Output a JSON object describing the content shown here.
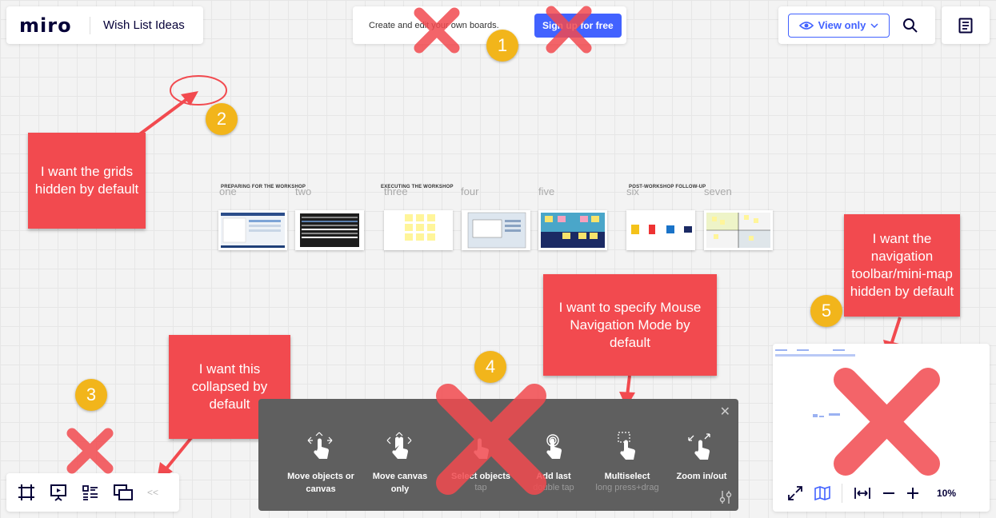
{
  "header": {
    "logo": "miro",
    "board_title": "Wish List Ideas",
    "signup_text": "Create and edit your own boards.",
    "signup_button": "Sign up for free",
    "view_button": "View only"
  },
  "frames": {
    "section_titles": [
      "PREPARING FOR THE WORKSHOP",
      "EXECUTING THE WORKSHOP",
      "POST-WORKSHOP FOLLOW-UP"
    ],
    "numbers": [
      "one",
      "two",
      "three",
      "four",
      "five",
      "six",
      "seven"
    ]
  },
  "callouts": {
    "grids": "I want the grids hidden by default",
    "collapsed": "I want this collapsed by default",
    "mouse_nav": "I want to specify Mouse Navigation Mode by default",
    "minimap": "I want the navigation toolbar/mini-map hidden by default"
  },
  "badges": [
    "1",
    "2",
    "3",
    "4",
    "5"
  ],
  "nav_panel": {
    "options": [
      {
        "label": "Move objects or canvas",
        "sub": ""
      },
      {
        "label": "Move canvas only",
        "sub": ""
      },
      {
        "label": "Select objects",
        "sub": "tap"
      },
      {
        "label": "Add last",
        "sub": "double tap"
      },
      {
        "label": "Multiselect",
        "sub": "long press+drag"
      },
      {
        "label": "Zoom in/out",
        "sub": ""
      }
    ]
  },
  "minimap": {
    "zoom": "10%"
  },
  "colors": {
    "accent": "#4262ff",
    "callout": "#f24a4f",
    "badge": "#f2b51b",
    "cross": "#f24a4f"
  }
}
